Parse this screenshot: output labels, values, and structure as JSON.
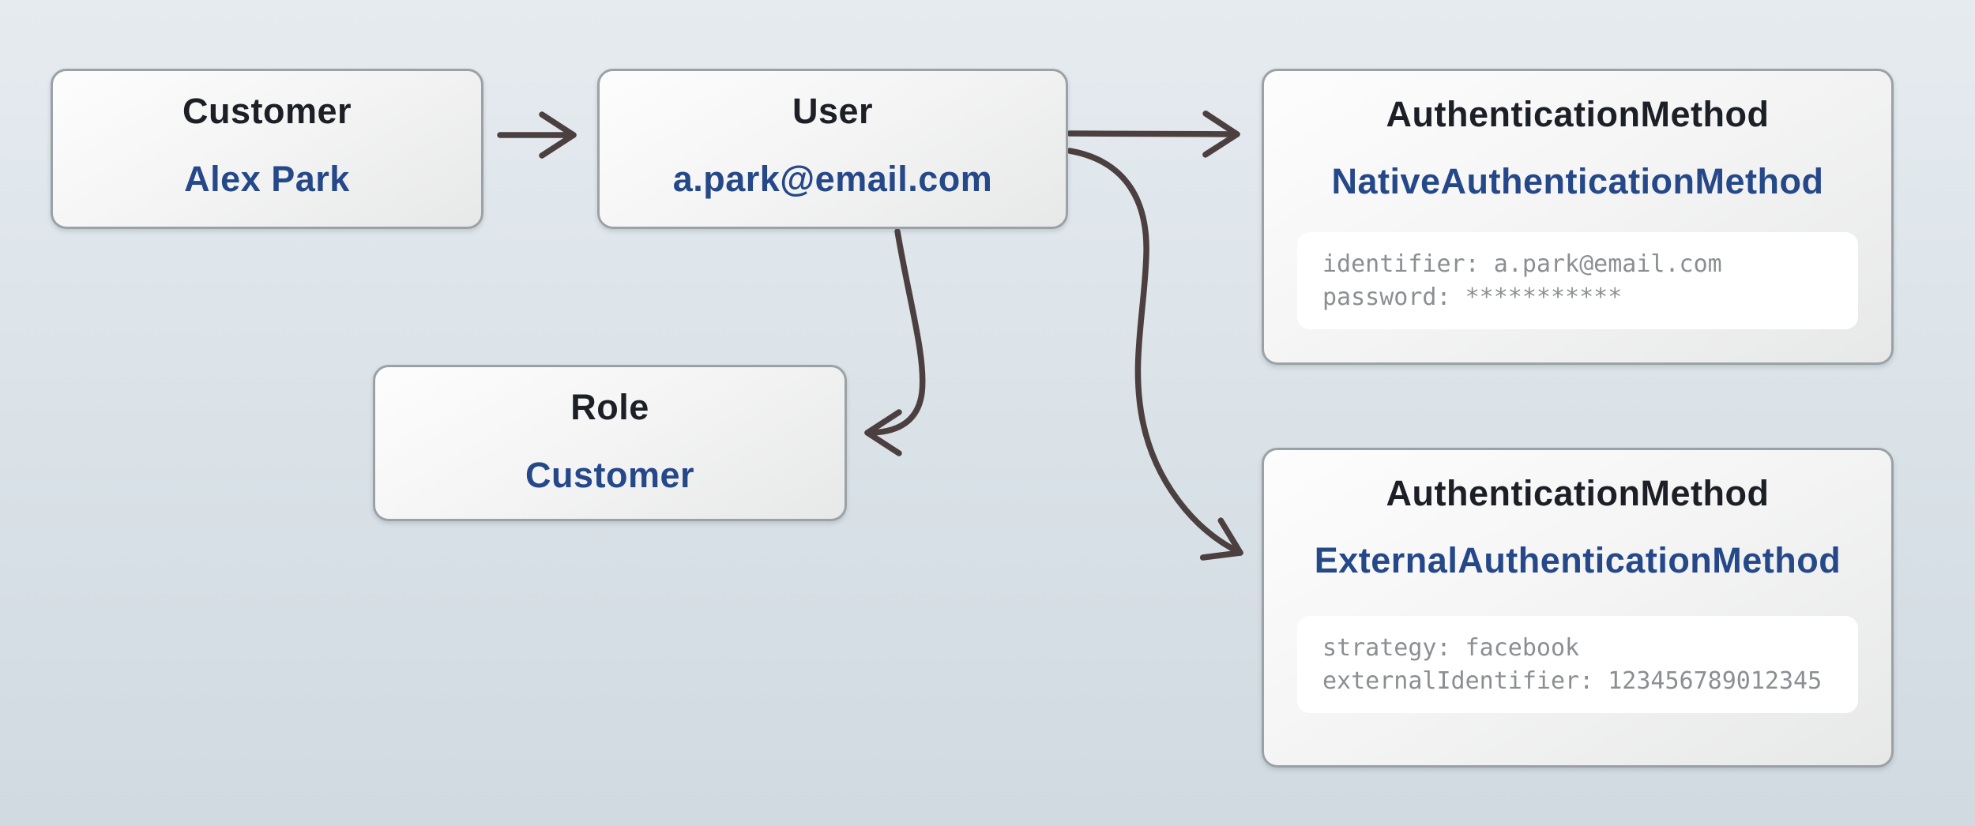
{
  "diagram": {
    "nodes": [
      {
        "id": "customer",
        "title": "Customer",
        "value": "Alex Park"
      },
      {
        "id": "user",
        "title": "User",
        "value": "a.park@email.com"
      },
      {
        "id": "authentication-method-native",
        "title": "AuthenticationMethod",
        "value": "NativeAuthenticationMethod",
        "attributes": [
          "identifier: a.park@email.com",
          "password: ***********"
        ]
      },
      {
        "id": "role",
        "title": "Role",
        "value": "Customer"
      },
      {
        "id": "authentication-method-external",
        "title": "AuthenticationMethod",
        "value": "ExternalAuthenticationMethod",
        "attributes": [
          "strategy: facebook",
          "externalIdentifier: 123456789012345"
        ]
      }
    ],
    "edges": [
      {
        "from": "customer",
        "to": "user"
      },
      {
        "from": "user",
        "to": "authentication-method-native"
      },
      {
        "from": "user",
        "to": "role"
      },
      {
        "from": "user",
        "to": "authentication-method-external"
      }
    ],
    "colors": {
      "background_top": "#e6ebef",
      "background_bottom": "#d0dae0",
      "node_fill_top": "#fdfdfd",
      "node_fill_bottom": "#e7e8e8",
      "node_border": "#9aa2a7",
      "title_text": "#1c1f26",
      "value_text": "#254889",
      "attribute_text": "#8b8f92",
      "attribute_panel": "#ffffff",
      "arrow": "#4c3f3f"
    }
  }
}
